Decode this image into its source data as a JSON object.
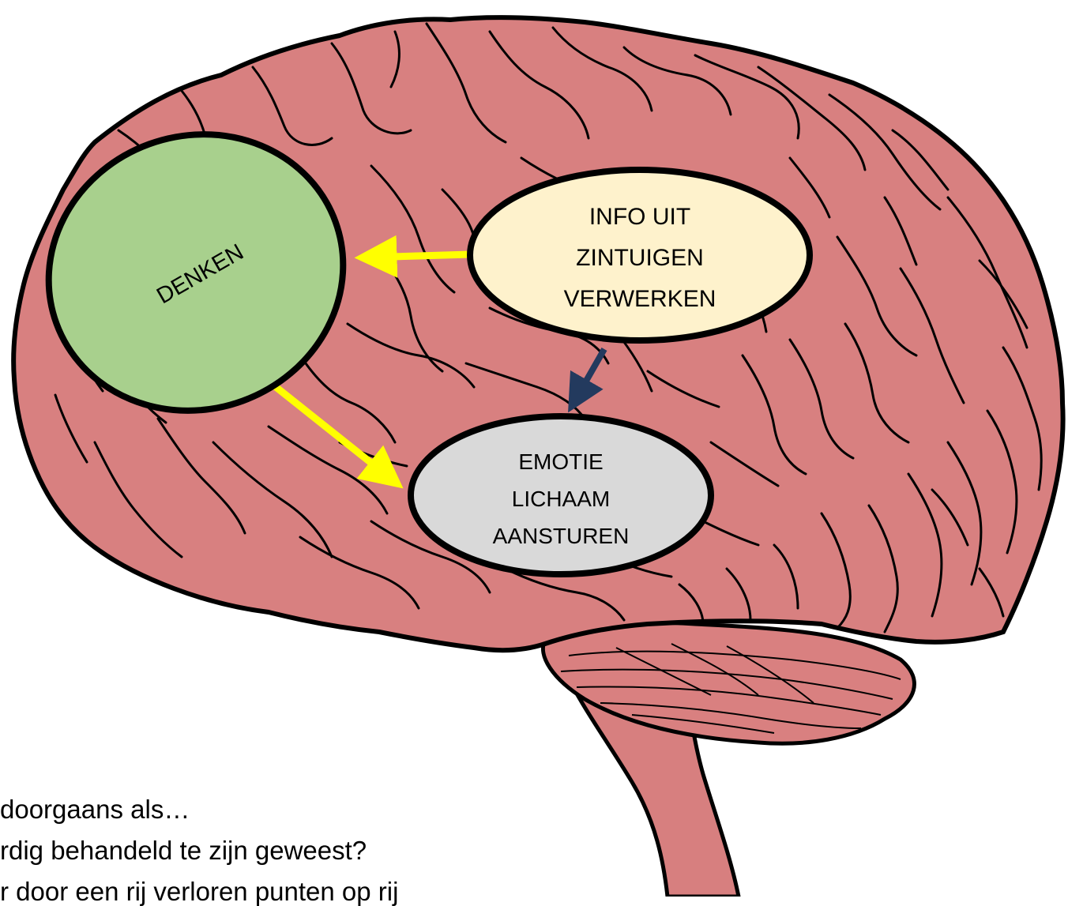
{
  "colors": {
    "brain_fill": "#d88080",
    "brain_stroke": "#000000",
    "cerebellum_fill": "#d98080",
    "brainstem_fill": "#d77f7f",
    "denken_fill": "#a8d08d",
    "info_fill": "#fef2cc",
    "emotie_fill": "#d9d9d9",
    "arrow_yellow": "#ffff00",
    "arrow_navy": "#233a5e"
  },
  "nodes": {
    "denken": {
      "label": "DENKEN"
    },
    "info": {
      "lines": [
        "INFO UIT",
        "ZINTUIGEN",
        "VERWERKEN"
      ]
    },
    "emotie": {
      "lines": [
        "EMOTIE",
        "LICHAAM",
        "AANSTUREN"
      ]
    }
  },
  "edges": [
    {
      "from": "info",
      "to": "denken",
      "color": "yellow"
    },
    {
      "from": "denken",
      "to": "emotie",
      "color": "yellow"
    },
    {
      "from": "info",
      "to": "emotie",
      "color": "navy"
    }
  ],
  "caption": {
    "lines": [
      "doorgaans als…",
      "rdig behandeld te zijn geweest?",
      "r door een rij verloren punten op rij"
    ]
  }
}
